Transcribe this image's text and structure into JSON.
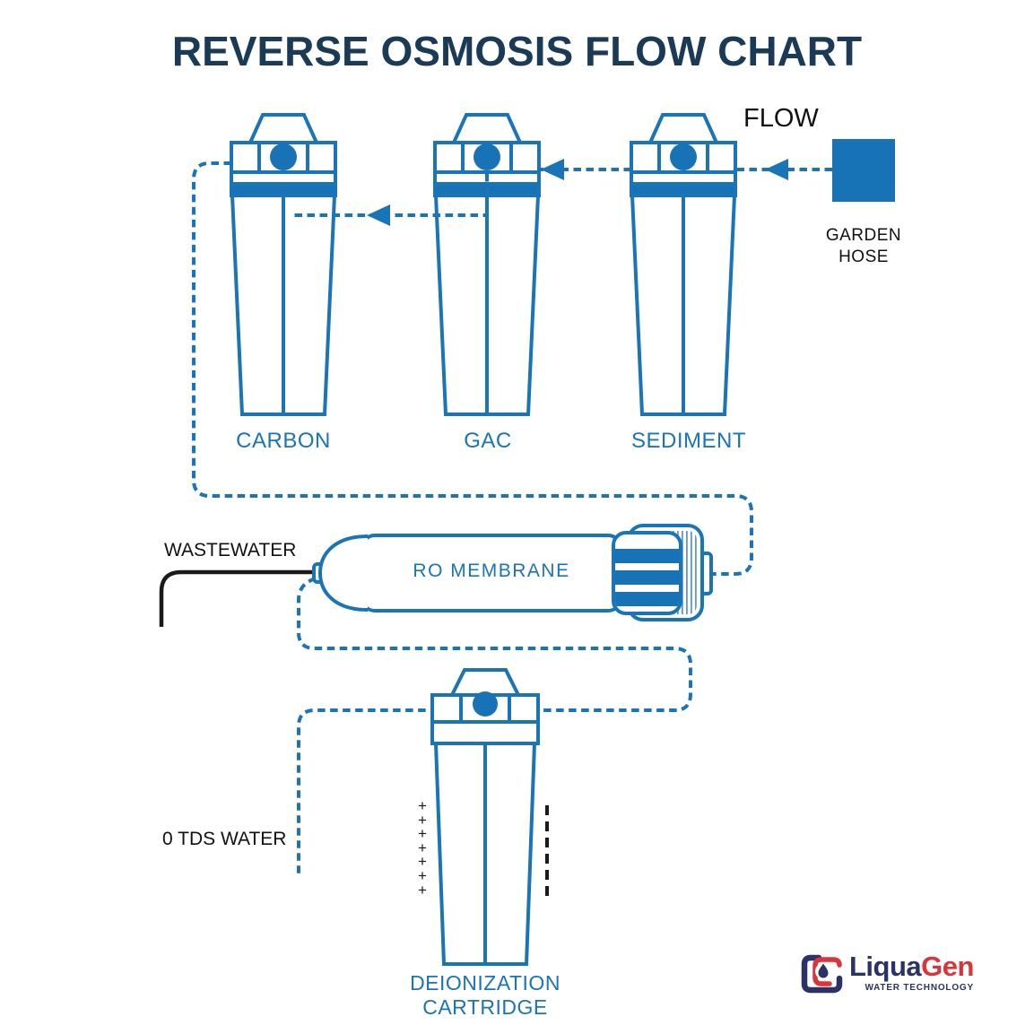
{
  "title": "REVERSE OSMOSIS FLOW CHART",
  "stages": {
    "carbon": "CARBON",
    "gac": "GAC",
    "sediment": "SEDIMENT",
    "ro_membrane": "RO MEMBRANE",
    "deionization": "DEIONIZATION\nCARTRIDGE"
  },
  "annotations": {
    "flow": "FLOW",
    "garden_hose": "GARDEN\nHOSE",
    "wastewater": "WASTEWATER",
    "zero_tds": "0 TDS WATER",
    "cation_marks": "+\n+\n+\n+\n+\n+\n+"
  },
  "colors": {
    "diagram_blue": "#1a74b8",
    "fill_blue": "#1773b5",
    "title_navy": "#1b3a55",
    "text_black": "#1a1a1a",
    "logo_navy": "#2b3366",
    "logo_red": "#d9363c"
  },
  "logo": {
    "name_primary": "Liqua",
    "name_accent": "Gen",
    "tagline": "WATER TECHNOLOGY"
  }
}
